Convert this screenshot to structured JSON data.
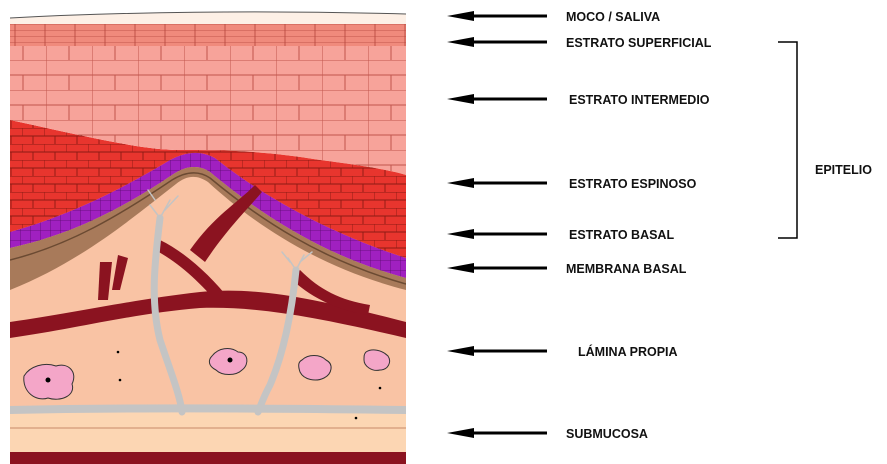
{
  "labels": {
    "moco": "MOCO / SALIVA",
    "superficial": "ESTRATO SUPERFICIAL",
    "intermedio": "ESTRATO INTERMEDIO",
    "espinoso": "ESTRATO ESPINOSO",
    "basal": "ESTRATO BASAL",
    "membrana": "MEMBRANA BASAL",
    "lamina": "LÁMINA PROPIA",
    "submucosa": "SUBMUCOSA",
    "epitelio": "EPITELIO"
  },
  "colors": {
    "mucus": "#fdf0e6",
    "superficial": "#f08a7c",
    "intermedio": "#f7a39a",
    "espinoso": "#e8352e",
    "basal": "#a020c0",
    "membrana": "#a87a5a",
    "lamina": "#f9c3a4",
    "vessel": "#8b1320",
    "nerve": "#c4c4c4",
    "gland": "#f4a6c8",
    "submucosa": "#fcd6b3",
    "bottom": "#8b1320"
  }
}
